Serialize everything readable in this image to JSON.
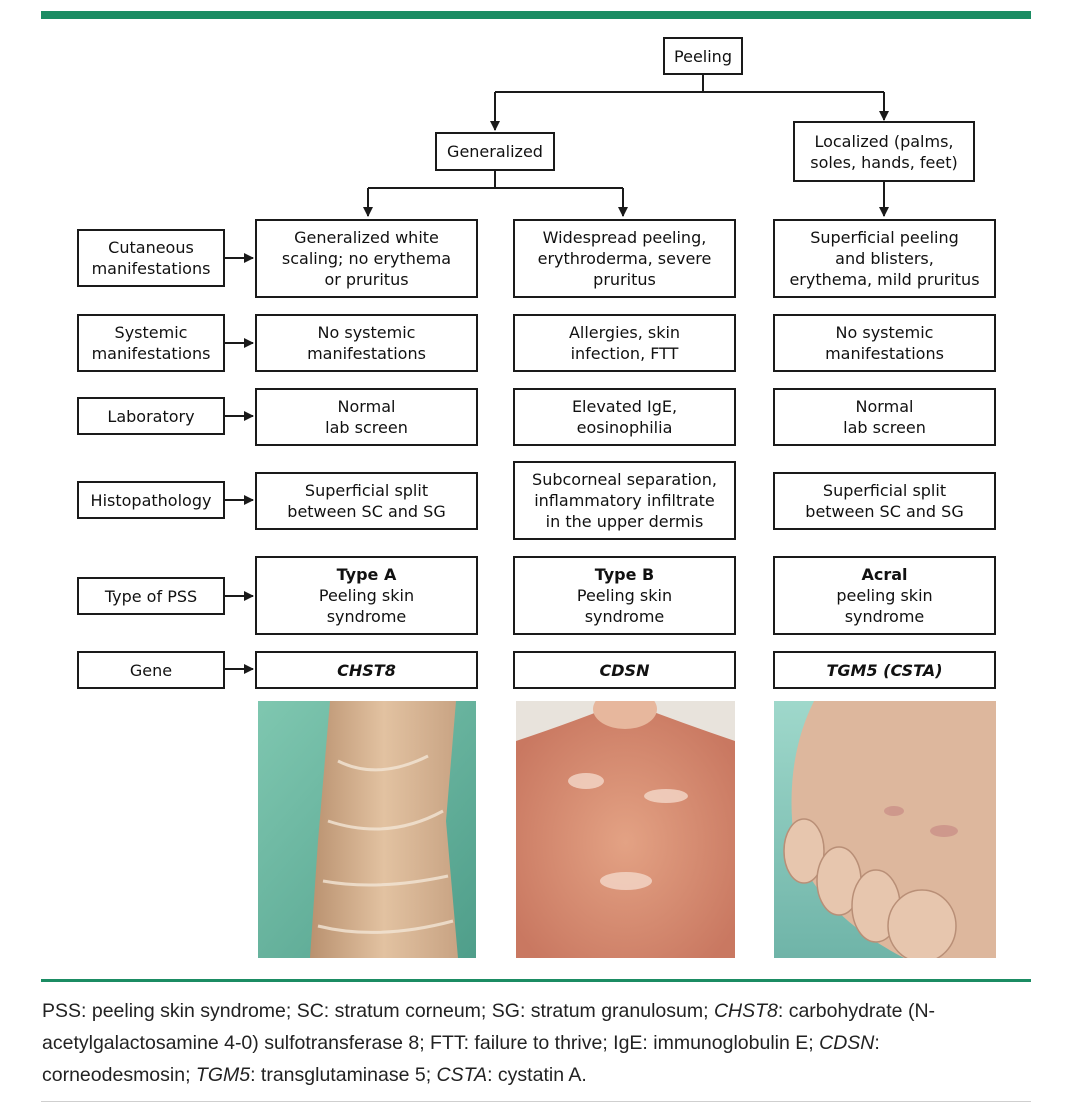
{
  "diagram": {
    "root": "Peeling",
    "generalized": "Generalized",
    "localized": "Localized (palms,\nsoles, hands, feet)",
    "rows": [
      {
        "label": "Cutaneous\nmanifestations",
        "a": "Generalized white\nscaling; no erythema\nor pruritus",
        "b": "Widespread peeling,\nerythroderma, severe\npruritus",
        "c": "Superficial peeling\nand blisters,\nerythema, mild pruritus"
      },
      {
        "label": "Systemic\nmanifestations",
        "a": "No systemic\nmanifestations",
        "b": "Allergies, skin\ninfection, FTT",
        "c": "No systemic\nmanifestations"
      },
      {
        "label": "Laboratory",
        "a": "Normal\nlab screen",
        "b": "Elevated IgE,\neosinophilia",
        "c": "Normal\nlab screen"
      },
      {
        "label": "Histopathology",
        "a": "Superficial split\nbetween SC and SG",
        "b": "Subcorneal separation,\ninflammatory infiltrate\nin the upper dermis",
        "c": "Superficial split\nbetween SC and SG"
      }
    ],
    "type_row": {
      "label": "Type of PSS",
      "a_title": "Type A",
      "a_sub": "Peeling skin\nsyndrome",
      "b_title": "Type B",
      "b_sub": "Peeling skin\nsyndrome",
      "c_title": "Acral",
      "c_sub": "peeling skin\nsyndrome"
    },
    "gene_row": {
      "label": "Gene",
      "a": "CHST8",
      "b": "CDSN",
      "c": "TGM5 (CSTA)"
    }
  },
  "caption": {
    "p1": "PSS: peeling skin syndrome; SC: stratum corneum; SG: stratum granulosum; ",
    "i1": "CHST8",
    "p2": ": carbohydrate (N-acetylgalactosamine 4-0) sulfotransferase 8; FTT: failure to thrive; IgE: immunoglobulin E; ",
    "i2": "CDSN",
    "p3": ": corneodesmosin; ",
    "i3": "TGM5",
    "p4": ": transglutaminase 5; ",
    "i4": "CSTA",
    "p5": ": cystatin A."
  },
  "colors": {
    "accent": "#1b8c63",
    "border": "#1a1a1a"
  }
}
